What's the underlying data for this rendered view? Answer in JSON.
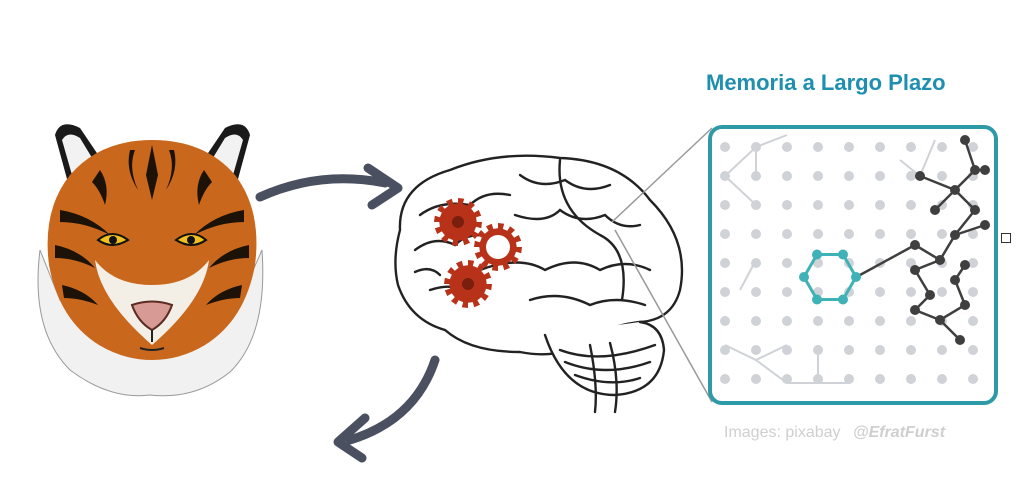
{
  "title": "Memoria a Largo Plazo",
  "credit": {
    "prefix": "Images: pixabay",
    "handle": "@EfratFurst"
  },
  "colors": {
    "title": "#1f8fb0",
    "box_border": "#2e9aa8",
    "teal_molecule": "#3fb2b8",
    "dark_molecule": "#3f3f3f",
    "grid_dot": "#cfd2d6",
    "arrow": "#4a5060",
    "gear": "#b8321a",
    "tiger_orange": "#c9681c"
  },
  "icons": {
    "tiger": "tiger-face-icon",
    "brain": "brain-outline-icon",
    "gears": "gear-icon",
    "arrow_in": "curved-arrow-right-icon",
    "arrow_out": "curved-arrow-down-left-icon",
    "grid": "memory-network-grid"
  }
}
